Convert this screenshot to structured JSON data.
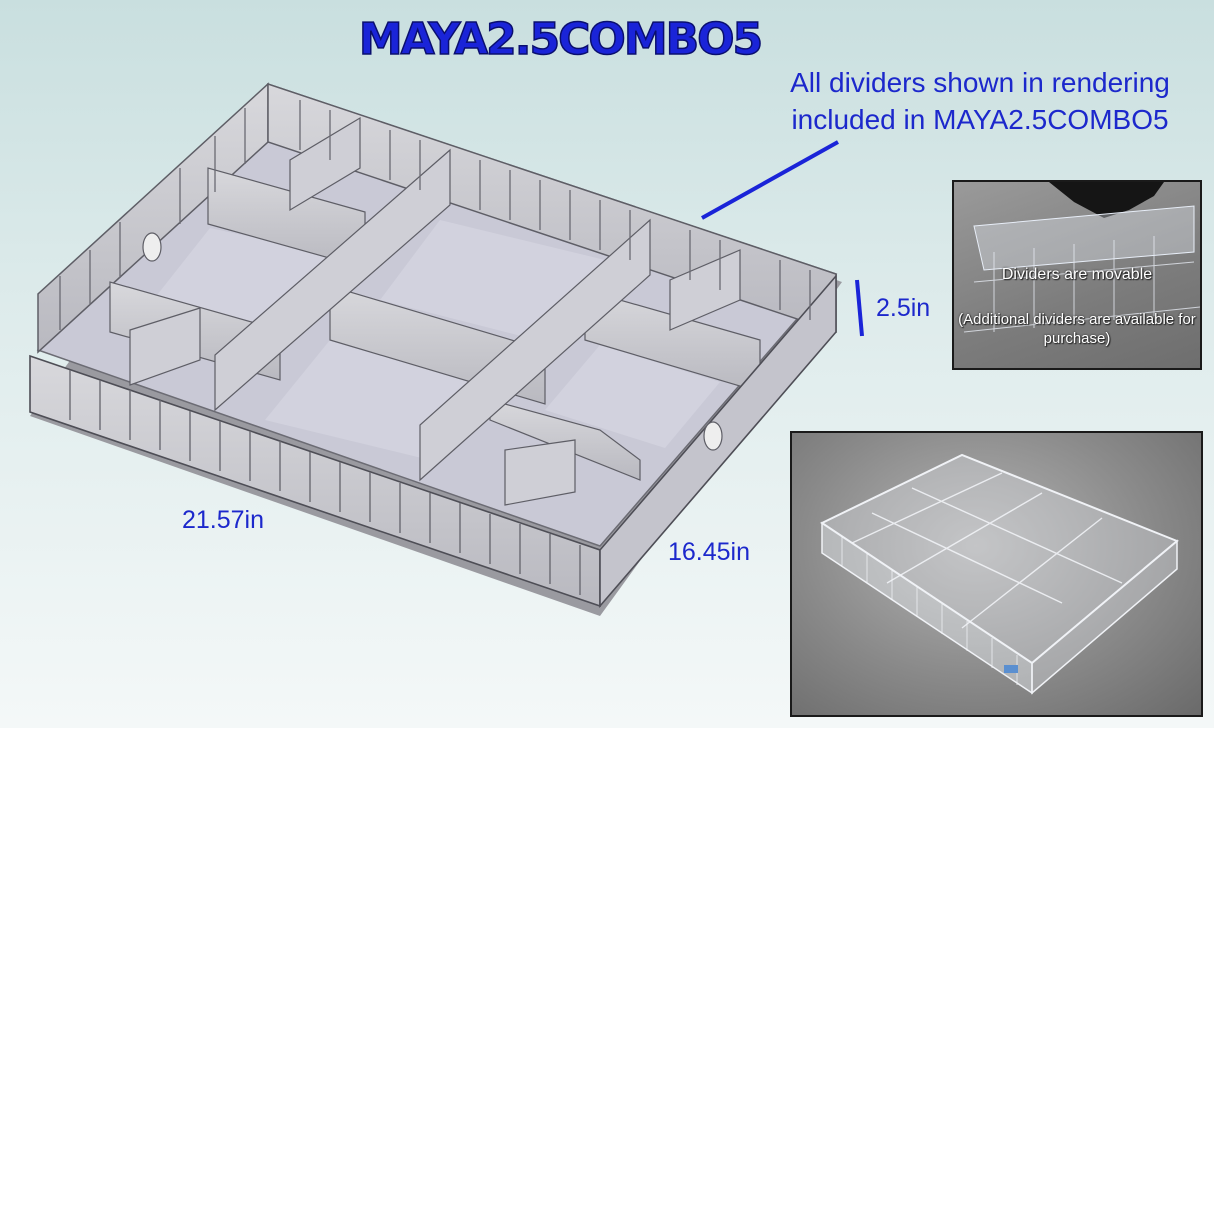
{
  "title": "MAYA2.5COMBO5",
  "note": "All dividers shown in rendering included in MAYA2.5COMBO5",
  "dimensions": {
    "height": "2.5in",
    "width": "21.57in",
    "depth": "16.45in"
  },
  "photo_inset": {
    "line1": "Dividers are movable",
    "line2": "(Additional dividers are available for purchase)"
  },
  "colors": {
    "text_blue": "#1c28cc",
    "panel_top": "#c9dfdf"
  }
}
